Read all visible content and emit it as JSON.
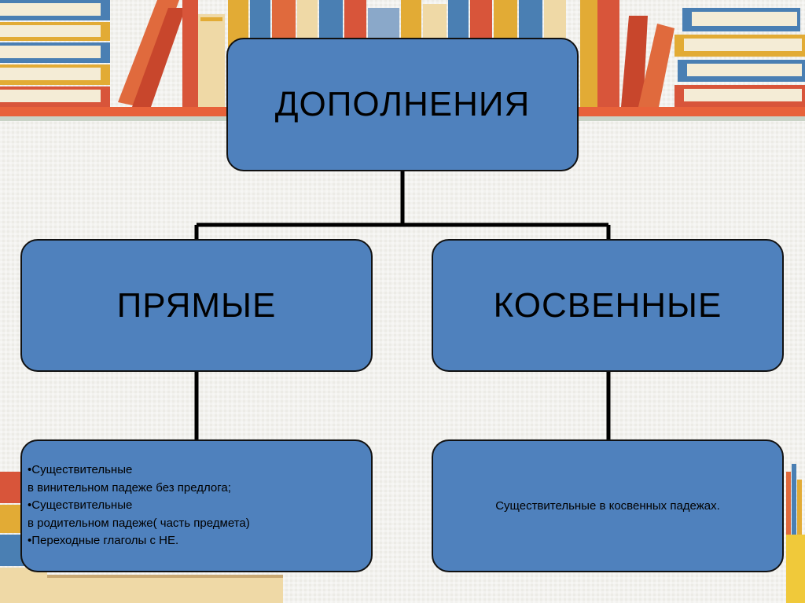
{
  "diagram": {
    "root": {
      "label": "ДОПОЛНЕНИЯ"
    },
    "direct": {
      "label": "ПРЯМЫЕ",
      "detail_items": [
        "•Существительные\nв винительном падеже без предлога;",
        "•Существительные\nв родительном падеже( часть предмета)",
        "•Переходные глаголы с НЕ."
      ]
    },
    "indirect": {
      "label": "КОСВЕННЫЕ",
      "detail": "Существительные в косвенных падежах."
    }
  },
  "colors": {
    "node_fill": "#4f81bd",
    "node_border": "#111111",
    "connector": "#000000",
    "background": "#ecebe6"
  },
  "decor": {
    "top": "bookshelf-with-books",
    "bottom_left": "stack-of-books",
    "bottom_right": "pencils-in-cup"
  }
}
